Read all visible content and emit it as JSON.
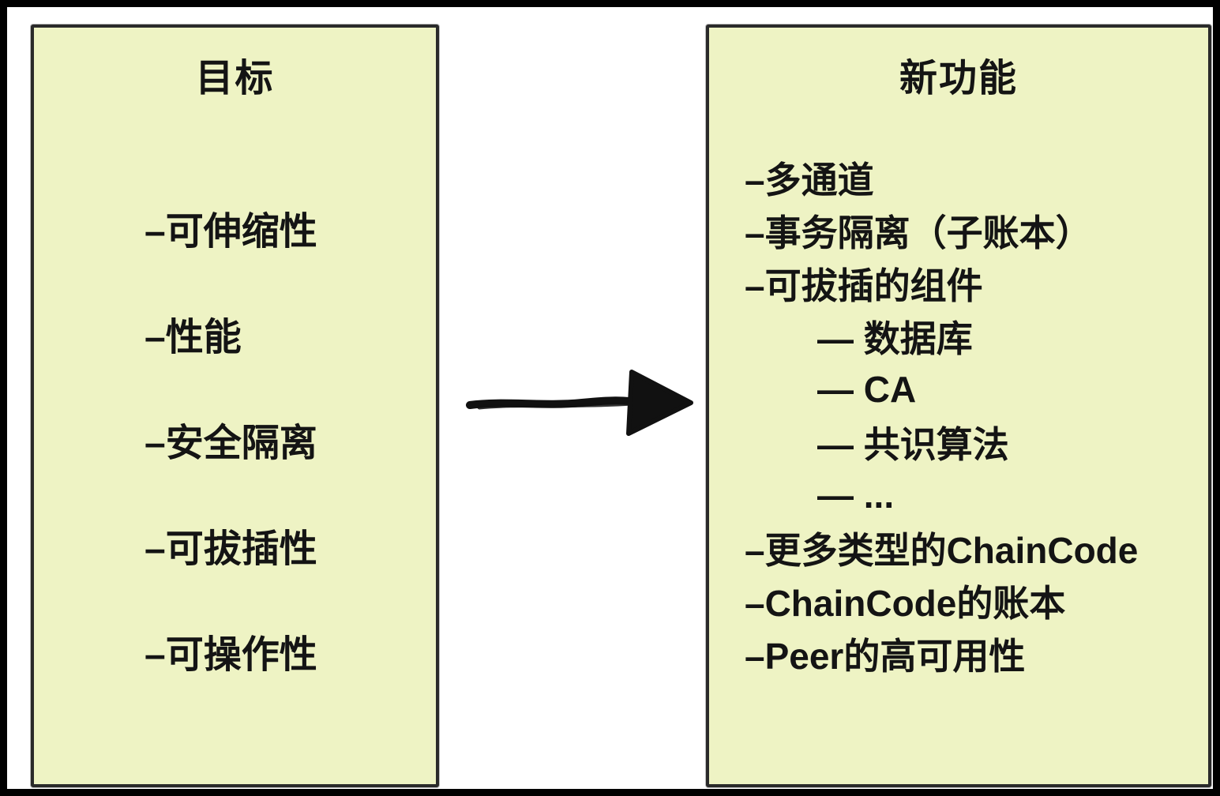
{
  "left_box": {
    "title": "目标",
    "items": [
      "–可伸缩性",
      "–性能",
      "–安全隔离",
      "–可拔插性",
      "–可操作性"
    ]
  },
  "right_box": {
    "title": "新功能",
    "items": [
      {
        "text": "–多通道",
        "level": 0
      },
      {
        "text": "–事务隔离（子账本）",
        "level": 0
      },
      {
        "text": "–可拔插的组件",
        "level": 0
      },
      {
        "text": "— 数据库",
        "level": 1
      },
      {
        "text": "— CA",
        "level": 1
      },
      {
        "text": "— 共识算法",
        "level": 1
      },
      {
        "text": "— ...",
        "level": 1
      },
      {
        "text": "–更多类型的ChainCode",
        "level": 0
      },
      {
        "text": "–ChainCode的账本",
        "level": 0
      },
      {
        "text": "–Peer的高可用性",
        "level": 0
      }
    ]
  },
  "colors": {
    "box_fill": "#eef3c4",
    "box_border": "#2a2a2a",
    "text": "#141414",
    "frame": "#000000"
  }
}
